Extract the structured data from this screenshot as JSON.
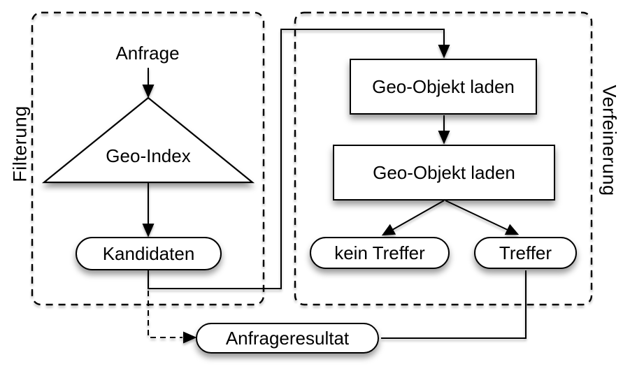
{
  "groups": {
    "filtering": {
      "label": "Filterung"
    },
    "refinement": {
      "label": "Verfeinerung"
    }
  },
  "nodes": {
    "anfrage": {
      "label": "Anfrage",
      "shape": "text"
    },
    "geo_index": {
      "label": "Geo-Index",
      "shape": "triangle"
    },
    "kandidaten": {
      "label": "Kandidaten",
      "shape": "pill"
    },
    "geo_objekt_laden_1": {
      "label": "Geo-Objekt laden",
      "shape": "rect"
    },
    "geo_objekt_laden_2": {
      "label": "Geo-Objekt laden",
      "shape": "rect"
    },
    "kein_treffer": {
      "label": "kein Treffer",
      "shape": "pill"
    },
    "treffer": {
      "label": "Treffer",
      "shape": "pill"
    },
    "anfrageresultat": {
      "label": "Anfrageresultat",
      "shape": "pill"
    }
  },
  "edges": [
    {
      "from": "anfrage",
      "to": "geo_index",
      "style": "solid-arrow"
    },
    {
      "from": "geo_index",
      "to": "kandidaten",
      "style": "solid-arrow"
    },
    {
      "from": "kandidaten",
      "to": "geo_objekt_laden_1",
      "style": "solid-arrow-orthogonal"
    },
    {
      "from": "geo_objekt_laden_1",
      "to": "geo_objekt_laden_2",
      "style": "solid-arrow"
    },
    {
      "from": "geo_objekt_laden_2",
      "to": "kein_treffer",
      "style": "solid-arrow"
    },
    {
      "from": "geo_objekt_laden_2",
      "to": "treffer",
      "style": "solid-arrow"
    },
    {
      "from": "treffer",
      "to": "anfrageresultat",
      "style": "solid-line-orthogonal"
    },
    {
      "from": "kandidaten",
      "to": "anfrageresultat",
      "style": "dashed-arrow"
    }
  ],
  "colors": {
    "stroke": "#000000",
    "node_fill": "#ffffff",
    "background": "#ffffff"
  }
}
